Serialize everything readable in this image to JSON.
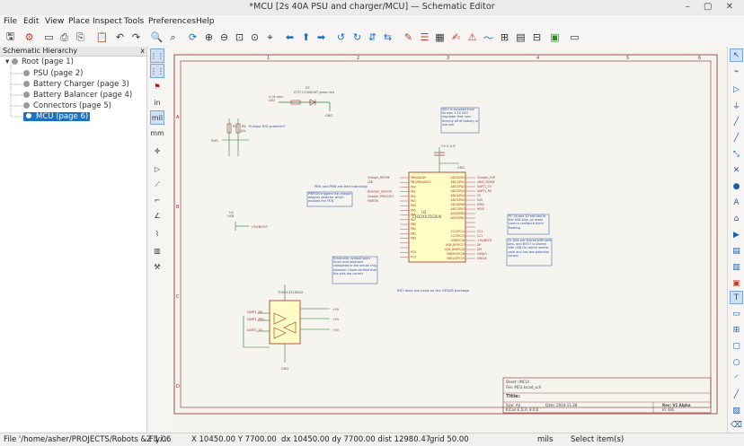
{
  "window": {
    "title": "*MCU [2s 40A PSU and charger/MCU] — Schematic Editor",
    "controls": "–  ▢  ✕"
  },
  "menu": [
    "File",
    "Edit",
    "View",
    "Place",
    "Inspect",
    "Tools",
    "Preferences",
    "Help"
  ],
  "hierarchy": {
    "title": "Schematic Hierarchy",
    "close": "x",
    "items": [
      {
        "label": "Root (page 1)"
      },
      {
        "label": "PSU (page 2)"
      },
      {
        "label": "Battery Charger (page 3)"
      },
      {
        "label": "Battery Balancer (page 4)"
      },
      {
        "label": "Connectors (page 5)"
      },
      {
        "label": "MCU (page 6)"
      }
    ]
  },
  "left_tools": {
    "in_label": "in",
    "mil_label": "mil",
    "mm_label": "mm"
  },
  "schematic": {
    "d1": {
      "ref": "D1",
      "value": "LTST-C190KGKT green led",
      "net": "LED",
      "res": "R13",
      "resval": "4.0k ohm",
      "gnd": "GND"
    },
    "r_block": {
      "r1": "R5",
      "r1v": "10k",
      "r2": "R6",
      "r2v": "10k",
      "sw": "SWC",
      "note": "Pullups R/G problem?"
    },
    "note_ldo": "MCU is supplied from its own 3.3V LDO regulator that runs directly off of battery or usb pwr",
    "note_pb": "PB5 and PB6 are tied internally",
    "note_pwron": "PWRON triggers the charger adapter detector which enables the FETs",
    "note_usb": "PC 16 and 12 are tied to the USB pins, so make sure to configure them floating",
    "note_boot": "Qc pins are shared with swd pins, and BOOT is shared with USB Dx (which seems valid and has few potential issues)",
    "note_sym": "Schematic symbol looks funky and reversed compared to the actual chip, however I have verified that the pins are correct",
    "note_rst": "RST does not exist on the QFN28 package",
    "mcu": {
      "ref": "U2",
      "value": "CH32X035G8U6",
      "left_pins": [
        "PB0/ADCW",
        "PB1/PB5/ADC9",
        "PA0",
        "PA1",
        "PA2",
        "PA3",
        "PA4",
        "PA5",
        "PA6",
        "PA7",
        "PB0",
        "PB1",
        "PB2",
        "PB3",
        "",
        "",
        "PC0",
        "PC3"
      ],
      "right_pins": [
        "ADC0/PA0",
        "ADC1/PA1",
        "ADC2/PA2",
        "ADC3/PA3",
        "ADC4/PA4",
        "ADC5/PA5",
        "ADC6/PA6",
        "ADC7/PA7",
        "ADC8/PB0",
        "ADC9/PB1",
        "",
        "",
        "CC1/PC14",
        "CC2/PC15",
        "USB/PC16",
        "USB_DP/PC17",
        "USB_DM/PC18",
        "SWDIO/PC18",
        "SWCLK/PC19"
      ],
      "right_nets": [
        "Charger_VOP",
        "VBAT_SENSE",
        "UART1_TX",
        "UART1_RX",
        "CS",
        "SCK",
        "MISO",
        "MOSI",
        "",
        "",
        "",
        "",
        "CC1",
        "CC2",
        "+5V/BOOT",
        "DP",
        "DM",
        "SWDIO",
        "SWCLK"
      ],
      "left_nets": [
        "Charger_DPCHK",
        "LED",
        "",
        "Balancer_AlertOK",
        "Charger_PROCHOT",
        "PWRON"
      ],
      "cap": "C9 0.1uF",
      "gnd": "GND"
    },
    "usb_block": {
      "ref": "U3",
      "net": "+5V/BOOT",
      "gnd": "USB"
    },
    "iso": {
      "ref": "THS01432DBLR",
      "nets_left": [
        "UART1_RX",
        "UART1_RTS",
        "UART1_TX"
      ],
      "nets_right": [
        "+5V",
        "+5V",
        "+5V"
      ],
      "gnd": "GND",
      "cap": "C11"
    },
    "title_block": {
      "sheet": "Sheet: /MCU/",
      "file": "File: MCU.kicad_sch",
      "title_label": "Title:",
      "size": "Size: A4",
      "date": "Date: 2024-11-28",
      "rev": "Rev: V1 Alpha",
      "tool": "KiCad E.D.A. 8.0.6",
      "id": "Id: 6/6"
    },
    "border_cols": [
      "1",
      "2",
      "3",
      "4",
      "5",
      "6"
    ],
    "border_rows": [
      "A",
      "B",
      "C",
      "D"
    ]
  },
  "status": {
    "file": "File '/home/asher/PROJECTS/Robots & Flyi...",
    "zoom": "Z 1.06",
    "xy": "X 10450.00  Y 7700.00",
    "dxy": "dx 10450.00  dy 7700.00  dist 12980.47",
    "grid": "grid 50.00",
    "units": "mils",
    "mode": "Select item(s)"
  }
}
